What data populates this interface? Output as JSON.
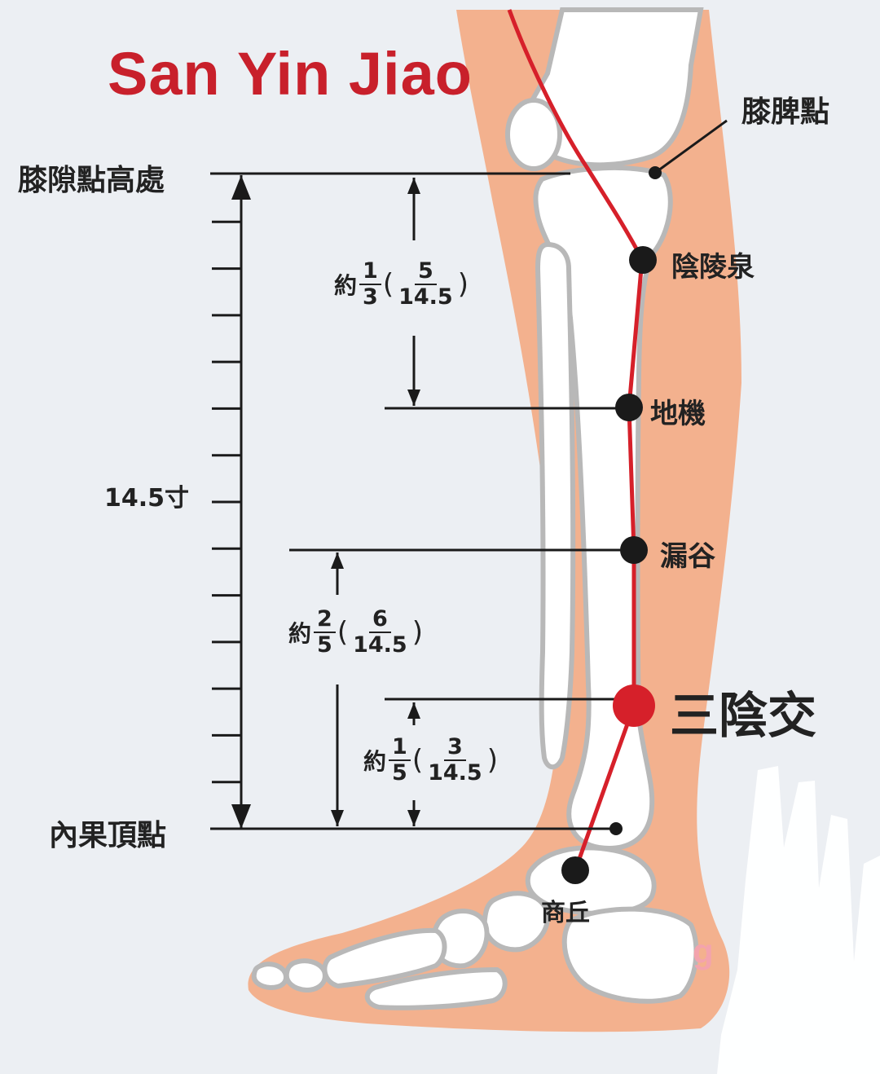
{
  "title": "San Yin Jiao",
  "labels": {
    "knee_gap_high": "膝隙點高處",
    "patella_point": "膝脾點",
    "inner_ankle_top": "內果頂點",
    "total_length": "14.5寸"
  },
  "points": [
    {
      "key": "yinlingquan",
      "label": "陰陵泉"
    },
    {
      "key": "diji",
      "label": "地機"
    },
    {
      "key": "lougu",
      "label": "漏谷"
    },
    {
      "key": "sanyinjiao",
      "label": "三陰交"
    },
    {
      "key": "shangqiu",
      "label": "商丘"
    }
  ],
  "fractions": [
    {
      "key": "upper",
      "prefix": "約",
      "num": "1",
      "den": "3",
      "pnum": "5",
      "pden": "14.5"
    },
    {
      "key": "middle",
      "prefix": "約",
      "num": "2",
      "den": "5",
      "pnum": "6",
      "pden": "14.5"
    },
    {
      "key": "lower",
      "prefix": "約",
      "num": "1",
      "den": "5",
      "pnum": "3",
      "pden": "14.5"
    }
  ],
  "colors": {
    "skin": "#f3b18e",
    "bone": "#ffffff",
    "bone_outline": "#b8b8b8",
    "meridian": "#d6202a",
    "point": "#1a1a1a",
    "highlight_point": "#d6202a",
    "title": "#c8202b",
    "guide": "#1a1a1a"
  }
}
